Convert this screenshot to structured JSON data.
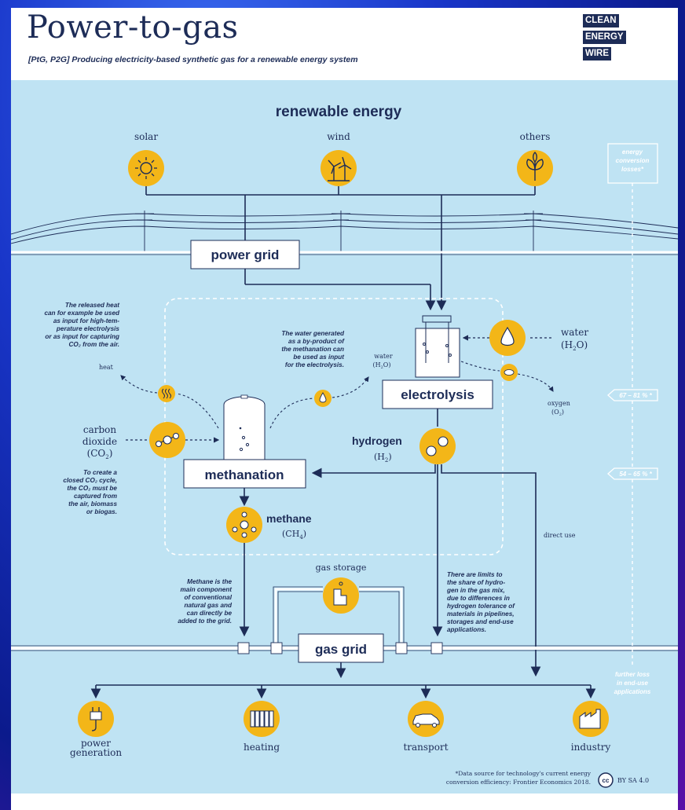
{
  "header": {
    "title": "Power-to-gas",
    "subtitle": "[PtG, P2G] Producing electricity-based synthetic gas for a renewable energy system",
    "logo": [
      "CLEAN",
      "ENERGY",
      "WIRE"
    ]
  },
  "renewable": {
    "heading": "renewable energy",
    "sources": [
      {
        "label": "solar",
        "icon": "sun-icon"
      },
      {
        "label": "wind",
        "icon": "wind-turbine-icon"
      },
      {
        "label": "others",
        "icon": "leaf-icon"
      }
    ]
  },
  "power_grid": "power grid",
  "electrolysis": "electrolysis",
  "water": {
    "label": "water",
    "formula": "(H",
    "sub": "2",
    "tail": "O)"
  },
  "oxygen": {
    "label": "oxygen",
    "formula": "(O",
    "sub": "2",
    "tail": ")"
  },
  "hydrogen": {
    "label": "hydrogen",
    "formula": "(H",
    "sub": "2",
    "tail": ")"
  },
  "methanation": "methanation",
  "methane": {
    "label": "methane",
    "formula": "(CH",
    "sub": "4",
    "tail": ")"
  },
  "carbon_dioxide": {
    "line1": "carbon",
    "line2": "dioxide",
    "formula": "(CO",
    "sub": "2",
    "tail": ")"
  },
  "heat_label": "heat",
  "water_small": {
    "label": "water",
    "formula": "(H",
    "sub": "2",
    "tail": "O)"
  },
  "gas_storage": "gas storage",
  "gas_grid": "gas grid",
  "direct_use": "direct use",
  "notes": {
    "heat": [
      "The released heat",
      "can for example be used",
      "as input for high-tem-",
      "perature electrolysis",
      "or as input for capturing",
      "CO₂ from the air."
    ],
    "water_byproduct": [
      "The water generated",
      "as a by-product of",
      "the methanation can",
      "be used as input",
      "for the electrolysis."
    ],
    "co2_cycle": [
      "To create a",
      "closed CO₂ cycle,",
      "the CO₂ must be",
      "captured from",
      "the air, biomass",
      "or biogas."
    ],
    "methane": [
      "Methane is the",
      "main component",
      "of conventional",
      "natural gas and",
      "can directly be",
      "added to the grid."
    ],
    "hydrogen_limits": [
      "There are limits to",
      "the share of hydro-",
      "gen in the gas mix,",
      "due to differences in",
      "hydrogen tolerance of",
      "materials in pipelines,",
      "storages and end-use",
      "applications."
    ]
  },
  "side_bar": {
    "top": [
      "energy",
      "conversion",
      "losses*"
    ],
    "eff1": "67 – 81 % *",
    "eff2": "54 – 65 % *",
    "bottom": [
      "further loss",
      "in end-use",
      "applications"
    ]
  },
  "end_uses": [
    {
      "label": "power",
      "label2": "generation",
      "icon": "plug-icon"
    },
    {
      "label": "heating",
      "label2": "",
      "icon": "radiator-icon"
    },
    {
      "label": "transport",
      "label2": "",
      "icon": "car-icon"
    },
    {
      "label": "industry",
      "label2": "",
      "icon": "factory-icon"
    }
  ],
  "footer": {
    "source1": "*Data source for technology's current energy",
    "source2": "conversion efficiency: Frontier Economics 2018.",
    "license": "BY SA 4.0",
    "cc": "cc"
  },
  "colors": {
    "background": "#bfe3f3",
    "navy": "#1d2c57",
    "yellow": "#f3b618",
    "white": "#ffffff"
  }
}
